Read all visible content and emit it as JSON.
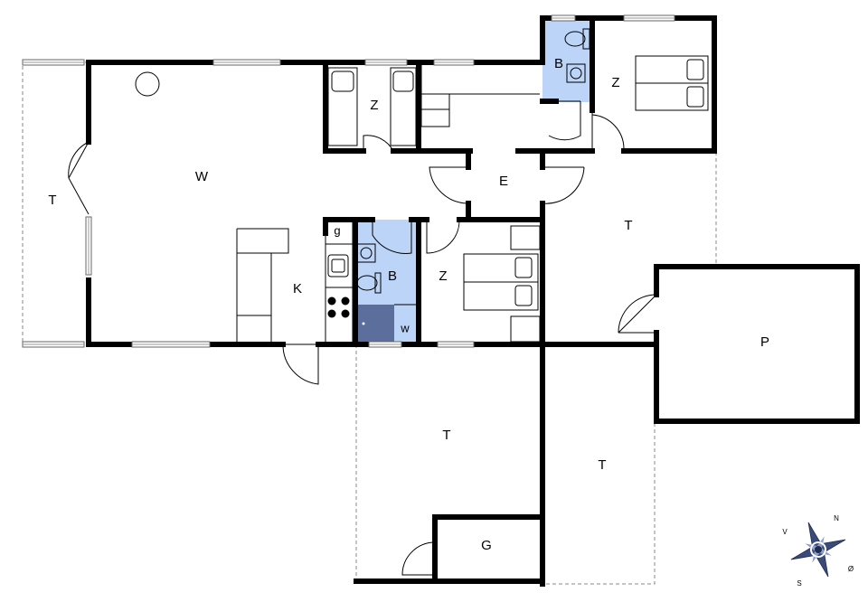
{
  "colors": {
    "wall": "#000000",
    "bathroom_fill": "#bcd4f8",
    "washer_fill": "#5b6e9c",
    "terrace_outline": "#888888"
  },
  "rooms": {
    "terrace_west": "T",
    "living": "W",
    "bedroom_bunks": "Z",
    "bath_north": "B",
    "bedroom_northeast": "Z",
    "entrance": "E",
    "terrace_east": "T",
    "kitchen": "K",
    "wardrobe": "g",
    "bath_central": "B",
    "washer": "w",
    "bedroom_central": "Z",
    "carport": "P",
    "terrace_south": "T",
    "terrace_southeast": "T",
    "shed": "G"
  },
  "compass": {
    "north": "N",
    "west": "V",
    "south": "S",
    "east": "Ø"
  }
}
